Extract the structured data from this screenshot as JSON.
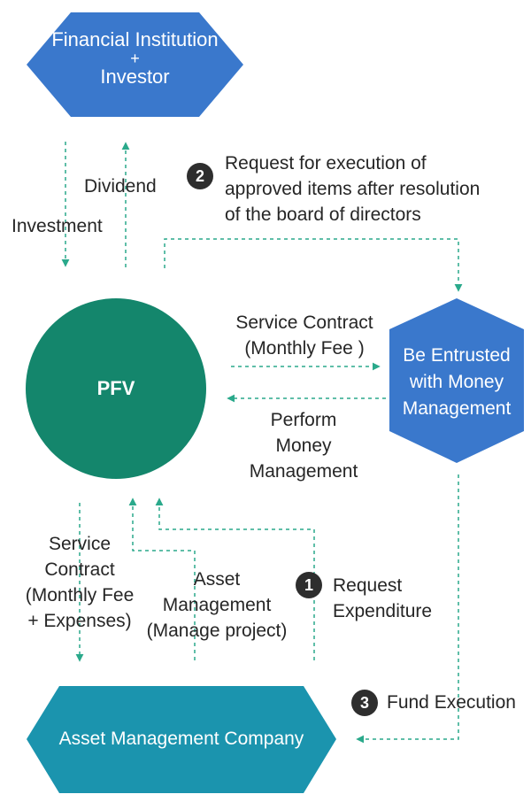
{
  "nodes": {
    "investor": {
      "line1": "Financial Institution",
      "line2": "+",
      "line3": "Investor"
    },
    "pfv": {
      "label": "PFV"
    },
    "money_manager": {
      "line1": "Be Entrusted",
      "line2": "with Money",
      "line3": "Management"
    },
    "amc": {
      "label": "Asset Management Company"
    }
  },
  "edges": {
    "investment": "Investment",
    "dividend": "Dividend",
    "step2": {
      "number": "2",
      "line1": "Request for execution of",
      "line2": "approved items after resolution",
      "line3": "of the board of directors"
    },
    "service_contract_right": {
      "line1": "Service Contract",
      "line2": "(Monthly Fee )"
    },
    "perform": {
      "line1": "Perform",
      "line2": "Money",
      "line3": "Management"
    },
    "service_contract_left": {
      "line1": "Service",
      "line2": "Contract",
      "line3": "(Monthly Fee",
      "line4": "+ Expenses)"
    },
    "asset_management": {
      "line1": "Asset",
      "line2": "Management",
      "line3": "(Manage project)"
    },
    "step1": {
      "number": "1",
      "line1": "Request",
      "line2": "Expenditure"
    },
    "step3": {
      "number": "3",
      "label": "Fund Execution"
    }
  },
  "colors": {
    "blue": "#3a78cc",
    "green": "#14866c",
    "teal": "#1b94ae",
    "connector": "#2aa98b"
  }
}
